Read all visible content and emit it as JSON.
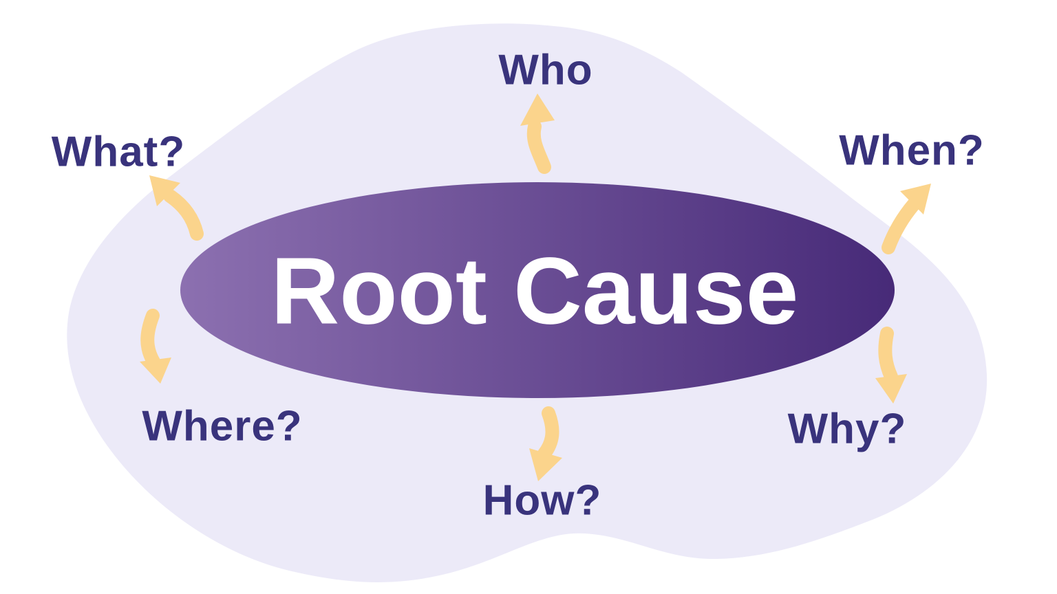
{
  "diagram": {
    "center_label": "Root Cause",
    "questions": [
      {
        "id": "who",
        "label": "Who"
      },
      {
        "id": "what",
        "label": "What?"
      },
      {
        "id": "when",
        "label": "When?"
      },
      {
        "id": "where",
        "label": "Where?"
      },
      {
        "id": "how",
        "label": "How?"
      },
      {
        "id": "why",
        "label": "Why?"
      }
    ]
  },
  "colors": {
    "page_bg": "#ffffff",
    "blob": "#eceaf8",
    "ellipse_left": "#8c70b0",
    "ellipse_right": "#472a78",
    "center_text": "#ffffff",
    "label_text": "#39337c",
    "arrow": "#fbd48c"
  }
}
